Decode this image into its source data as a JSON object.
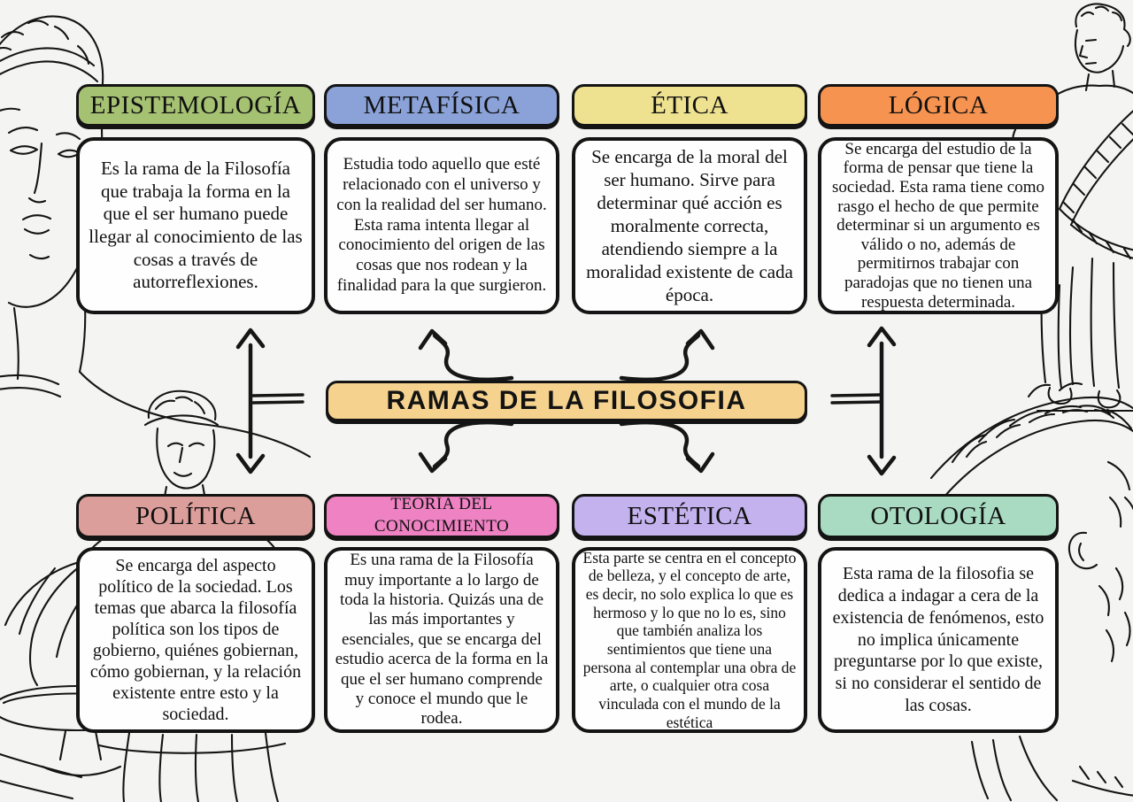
{
  "page": {
    "background_color": "#f4f5f3"
  },
  "center": {
    "label": "RAMAS DE LA FILOSOFIA",
    "color": "#f6d28f"
  },
  "connector_color": "#161616",
  "branches": [
    {
      "id": "epistemologia",
      "label": "EPISTEMOLOGÍA",
      "color": "#a5c172",
      "description": "Es la rama de la Filosofía que trabaja la forma en la que el ser humano puede llegar al conocimiento de las cosas a través de autorreflexiones."
    },
    {
      "id": "metafisica",
      "label": "METAFÍSICA",
      "color": "#8aa2d8",
      "description": "Estudia todo aquello que esté relacionado con el universo y con la realidad del ser humano. Esta rama intenta llegar al conocimiento del origen de las cosas que nos rodean y la finalidad para la que surgieron."
    },
    {
      "id": "etica",
      "label": "ÉTICA",
      "color": "#eee290",
      "description": "Se encarga de la moral del ser humano. Sirve para determinar qué acción es moralmente correcta, atendiendo siempre a la moralidad existente de cada época."
    },
    {
      "id": "logica",
      "label": "LÓGICA",
      "color": "#f69350",
      "description": "Se encarga del estudio de la forma de pensar que tiene la sociedad. Esta rama tiene como rasgo el hecho de que permite determinar si un argumento es válido o no, además de permitirnos trabajar con paradojas que no tienen una respuesta determinada."
    },
    {
      "id": "politica",
      "label": "POLÍTICA",
      "color": "#dc9e9b",
      "description": "Se encarga del aspecto político de la sociedad. Los temas que abarca la filosofía política son los tipos de gobierno, quiénes gobiernan, cómo gobiernan, y la relación existente entre esto y la sociedad."
    },
    {
      "id": "teoria-del-conocimiento",
      "label": "TEORÍA DEL CONOCIMIENTO",
      "color": "#ee82c3",
      "description": "Es una rama de la Filosofía muy importante a lo largo de toda la historia. Quizás una de las más importantes y esenciales, que se encarga del estudio acerca de la forma en la que el ser humano comprende y conoce el mundo que le rodea."
    },
    {
      "id": "estetica",
      "label": "ESTÉTICA",
      "color": "#c4b2ee",
      "description": "Esta parte se centra en el concepto de belleza, y el concepto de arte, es decir, no solo explica lo que es hermoso y lo que no lo es, sino que también analiza los sentimientos que tiene una persona al contemplar una obra de arte, o cualquier otra cosa vinculada con el mundo de la estética"
    },
    {
      "id": "otologia",
      "label": "OTOLOGÍA",
      "color": "#a9dbc2",
      "description": "Esta rama de la filosofia se dedica a indagar a cera de la existencia de fenómenos, esto no implica únicamente preguntarse por lo que existe, si no considerar el sentido de las cosas."
    }
  ],
  "decorations": [
    "classical-bust-head-left",
    "statue-woman-with-bowl-left",
    "statue-orator-right",
    "laurel-wreath-head-right"
  ]
}
